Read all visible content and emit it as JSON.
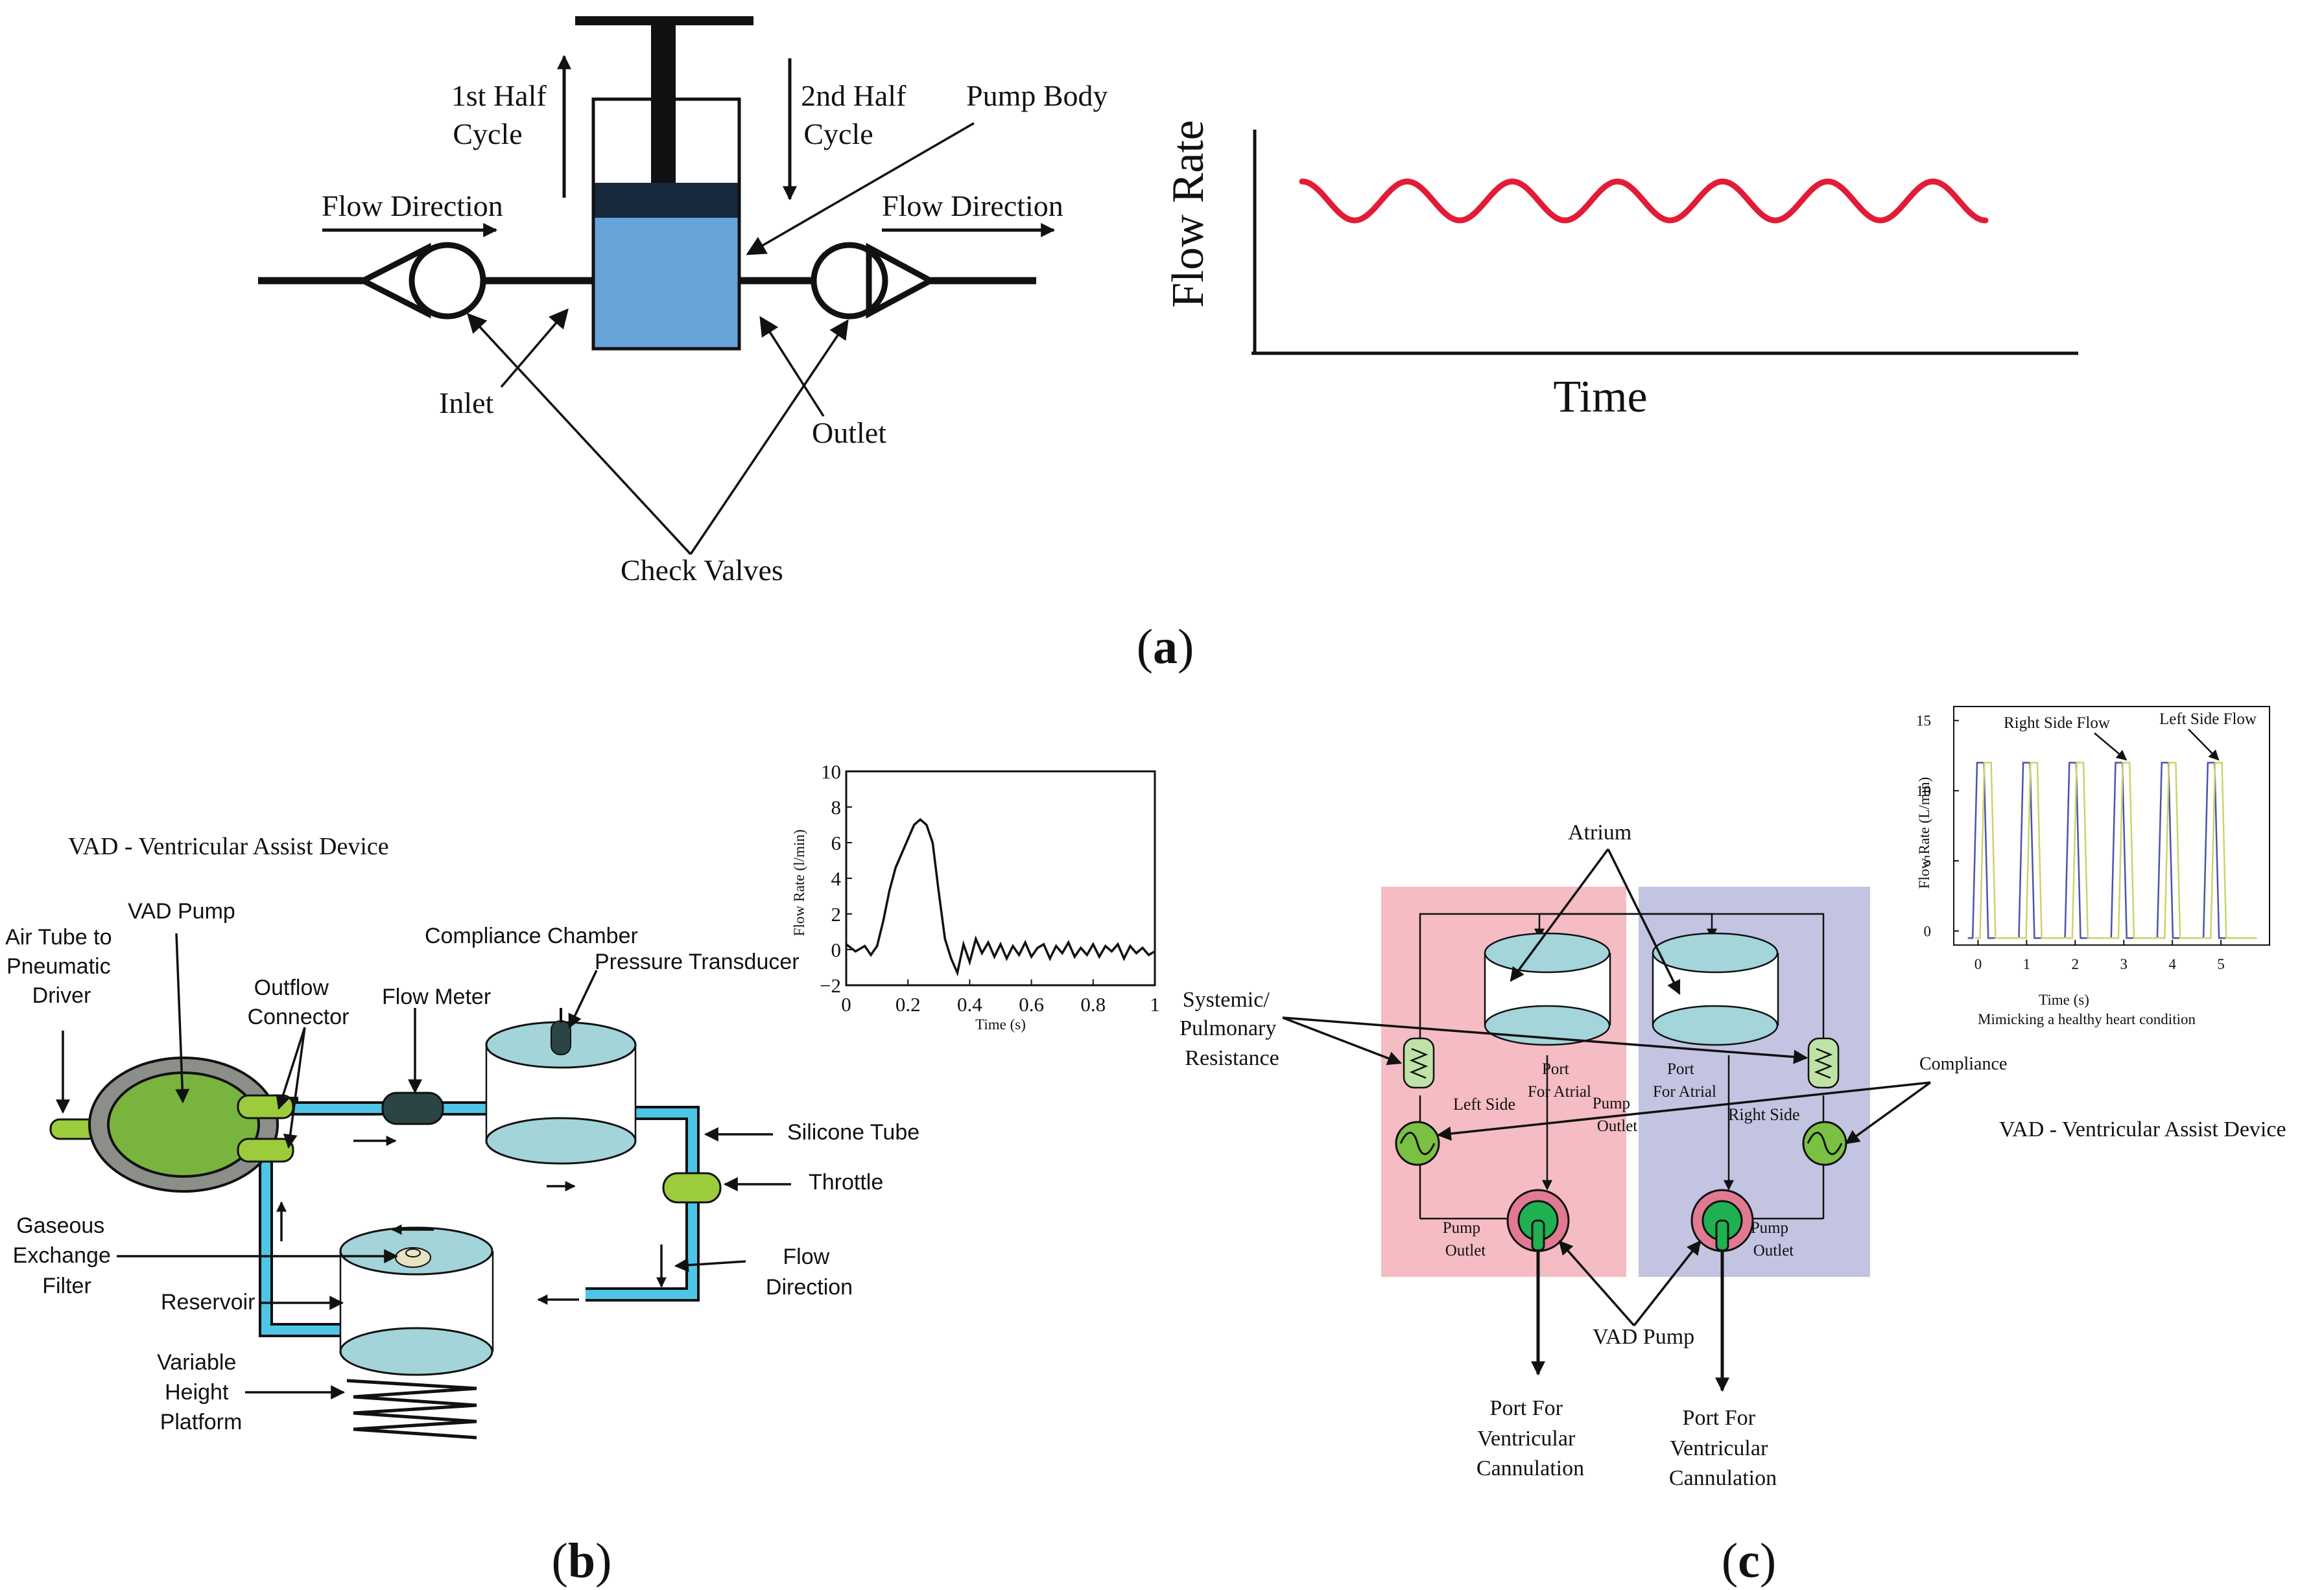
{
  "panel_a": {
    "labels": {
      "first_half_cycle": [
        "1st Half",
        "Cycle"
      ],
      "second_half_cycle": [
        "2nd Half",
        "Cycle"
      ],
      "pump_body": "Pump Body",
      "flow_direction_left": "Flow Direction",
      "flow_direction_right": "Flow Direction",
      "inlet": "Inlet",
      "outlet": "Outlet",
      "check_valves": "Check Valves"
    },
    "colors": {
      "chamber_fluid": "#66a4d9",
      "piston_head": "#16293d",
      "waveform": "#e21b36"
    },
    "caption_letter": "a"
  },
  "panel_b": {
    "title": "VAD - Ventricular Assist Device",
    "labels": {
      "vad_pump": "VAD Pump",
      "air_tube": [
        "Air Tube to",
        "Pneumatic",
        "Driver"
      ],
      "outflow_connector": [
        "Outflow",
        "Connector"
      ],
      "flow_meter": "Flow Meter",
      "compliance_chamber": "Compliance Chamber",
      "pressure_transducer": "Pressure Transducer",
      "silicone_tube": "Silicone Tube",
      "throttle": "Throttle",
      "flow_direction": [
        "Flow",
        "Direction"
      ],
      "gaseous_exchange_filter": [
        "Gaseous",
        "Exchange",
        "Filter"
      ],
      "reservoir": "Reservoir",
      "variable_height_platform": [
        "Variable",
        "Height",
        "Platform"
      ]
    },
    "colors": {
      "pump_green": "#79b43f",
      "pump_ring": "#8c8f88",
      "tube": "#4ec5e6",
      "tank": "#a2d4d9",
      "connector": "#9ccb3b",
      "meter": "#2b4545"
    },
    "caption_letter": "b"
  },
  "panel_c": {
    "title": "VAD - Ventricular Assist Device",
    "labels": {
      "atrium": "Atrium",
      "systemic_resistance": [
        "Systemic/",
        "Pulmonary",
        "Resistance"
      ],
      "compliance": "Compliance",
      "port_for_atrial_left": [
        "Port",
        "For Atrial"
      ],
      "port_for_atrial_right": [
        "Port",
        "For Atrial"
      ],
      "pump_outlet_upper_left": [
        "Pump",
        "Outlet"
      ],
      "left_side": "Left Side",
      "right_side": "Right Side",
      "pump_outlet_lower_left": [
        "Pump",
        "Outlet"
      ],
      "pump_outlet_lower_right": [
        "Pump",
        "Outlet"
      ],
      "vad_pump": "VAD Pump",
      "port_ventricular_left": [
        "Port For",
        "Ventricular",
        "Cannulation"
      ],
      "port_ventricular_right": [
        "Port For",
        "Ventricular",
        "Cannulation"
      ]
    },
    "colors": {
      "left_bg": "#f5bcc3",
      "right_bg": "#c2c4e1",
      "atrium_fill": "#a3d5da",
      "resistor": "#bfe2a6",
      "compliance_ring": "#79c043",
      "pump_ring": "#e07a91",
      "pump_core": "#1fb151"
    },
    "caption_letter": "c"
  },
  "chart_data": [
    {
      "id": "panel-a-flow",
      "type": "line",
      "title": "",
      "xlabel": "Time",
      "ylabel": "Flow Rate",
      "axis_ticks": "none",
      "grid": false,
      "series": [
        {
          "shape": "sinusoid",
          "cycles": 6.5,
          "color": "#e21b36"
        }
      ]
    },
    {
      "id": "panel-b-flow",
      "type": "line",
      "title": "",
      "xlabel": "Time (s)",
      "ylabel": "Flow Rate (l/min)",
      "xlim": [
        0,
        1
      ],
      "ylim": [
        -2,
        10
      ],
      "xticks": [
        0,
        0.2,
        0.4,
        0.6,
        0.8,
        1
      ],
      "xtick_labels": [
        "0",
        "0.2",
        "0.4",
        "0.6",
        "0.8",
        "1"
      ],
      "yticks": [
        -2,
        0,
        2,
        4,
        6,
        8,
        10
      ],
      "ytick_labels": [
        "−2",
        "0",
        "2",
        "4",
        "6",
        "8",
        "10"
      ],
      "grid": false,
      "series": [
        {
          "color": "#111111",
          "x": [
            0,
            0.03,
            0.06,
            0.08,
            0.1,
            0.12,
            0.14,
            0.16,
            0.18,
            0.2,
            0.22,
            0.24,
            0.26,
            0.28,
            0.3,
            0.32,
            0.34,
            0.36,
            0.38,
            0.4,
            0.42,
            0.44,
            0.46,
            0.48,
            0.5,
            0.52,
            0.54,
            0.56,
            0.58,
            0.6,
            0.62,
            0.64,
            0.66,
            0.68,
            0.7,
            0.72,
            0.74,
            0.76,
            0.78,
            0.8,
            0.82,
            0.84,
            0.86,
            0.88,
            0.9,
            0.92,
            0.94,
            0.96,
            0.98,
            1.0
          ],
          "y": [
            0.3,
            -0.1,
            0.2,
            -0.3,
            0.2,
            1.6,
            3.3,
            4.6,
            5.4,
            6.2,
            7.0,
            7.3,
            7.0,
            6.0,
            3.2,
            0.6,
            -0.5,
            -1.3,
            0.3,
            -0.7,
            0.6,
            -0.2,
            0.4,
            -0.4,
            0.3,
            -0.5,
            0.2,
            -0.3,
            0.4,
            -0.4,
            0.1,
            0.3,
            -0.5,
            0.2,
            -0.2,
            0.4,
            -0.4,
            0.1,
            -0.3,
            0.3,
            -0.4,
            0.2,
            -0.1,
            0.3,
            -0.5,
            0.2,
            -0.2,
            0.1,
            -0.3,
            -0.1
          ]
        }
      ]
    },
    {
      "id": "panel-c-flow",
      "type": "line",
      "title": "",
      "xlabel": "Time (s)",
      "ylabel": "Flow Rate (L/min)",
      "subtitle": "Mimicking a healthy heart condition",
      "xlim": [
        -0.5,
        6
      ],
      "ylim": [
        -1,
        16
      ],
      "xticks": [
        0,
        1,
        2,
        3,
        4,
        5
      ],
      "yticks": [
        0,
        5,
        10,
        15
      ],
      "grid": false,
      "annotations": [
        {
          "text": "Right Side Flow",
          "x": 3.05,
          "y": 12.2
        },
        {
          "text": "Left Side Flow",
          "x": 4.95,
          "y": 12.2
        }
      ],
      "series": [
        {
          "color": "#4a55a6",
          "period": 0.95,
          "first_peak": 0.05,
          "peak": 12,
          "trough": -0.5,
          "pulses": 6
        },
        {
          "color": "#cbd46a",
          "period": 0.95,
          "first_peak": 0.2,
          "peak": 12,
          "trough": -0.5,
          "pulses": 6
        }
      ]
    }
  ]
}
